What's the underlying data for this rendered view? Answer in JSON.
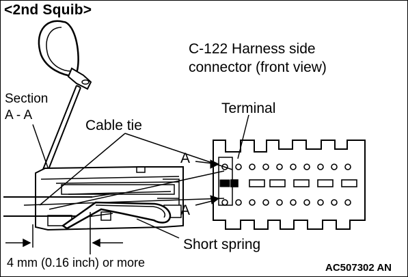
{
  "title": "<2nd Squib>",
  "connector_label": {
    "line1": "C-122 Harness side",
    "line2": "connector (front view)"
  },
  "section_label": {
    "line1": "Section",
    "line2": "A - A"
  },
  "labels": {
    "terminal": "Terminal",
    "cable_tie": "Cable tie",
    "section_marker_top": "A",
    "section_marker_bottom": "A",
    "short_spring": "Short spring",
    "dimension": "4 mm (0.16 inch) or more"
  },
  "figure_code": "AC507302 AN",
  "colors": {
    "ink": "#000000",
    "paper": "#ffffff"
  }
}
